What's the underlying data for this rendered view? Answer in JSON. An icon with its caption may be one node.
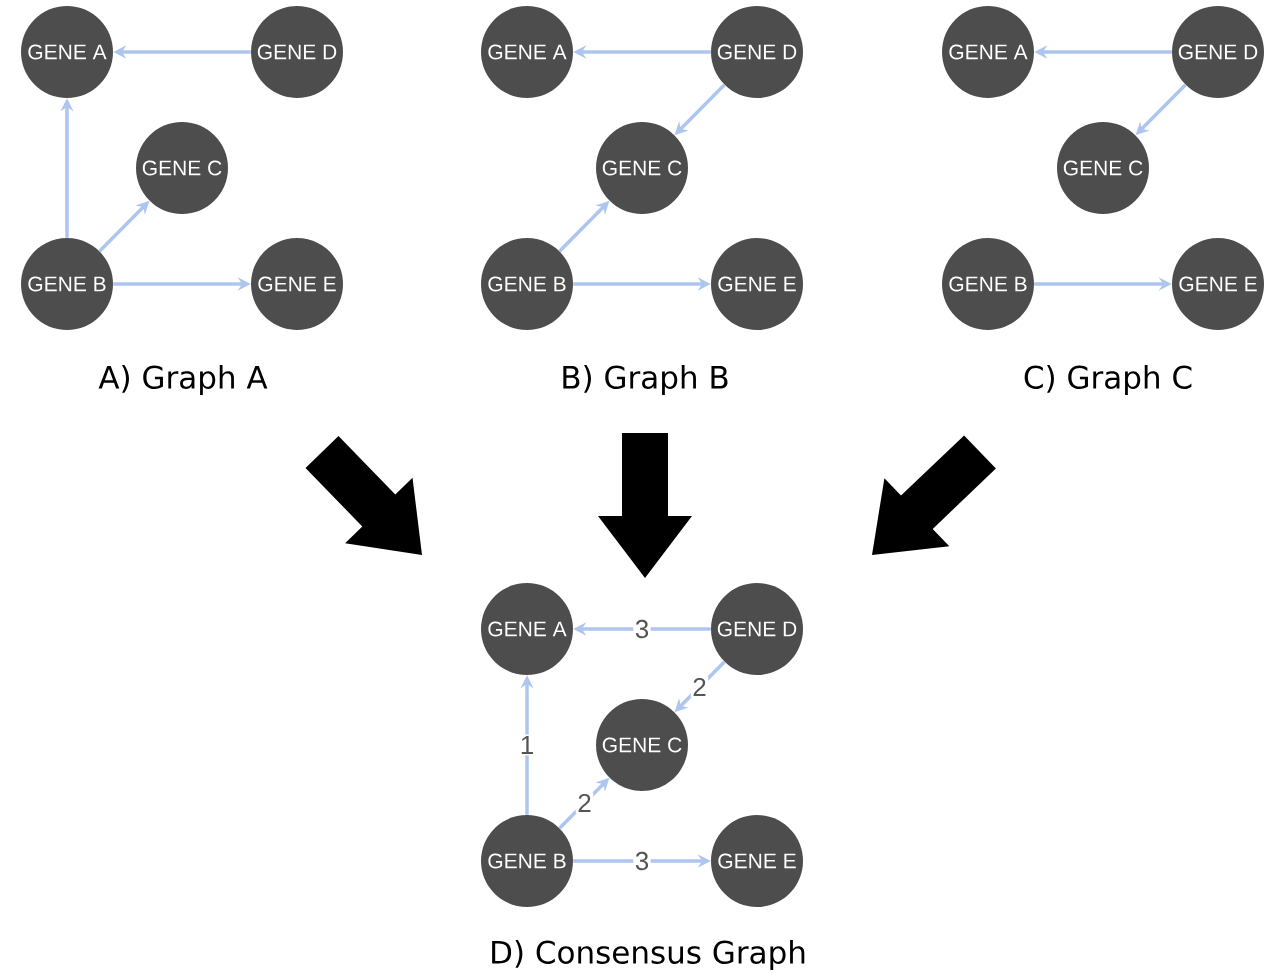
{
  "diagram": {
    "nodes": [
      {
        "text": [
          "GENE A"
        ]
      },
      {
        "text": [
          "GENE D"
        ]
      },
      {
        "text": [
          "GENE C"
        ]
      },
      {
        "text": [
          "GENE B"
        ]
      },
      {
        "text": [
          "GENE E"
        ]
      },
      {
        "text": [
          "GENE A"
        ]
      },
      {
        "text": [
          "GENE D"
        ]
      },
      {
        "text": [
          "GENE C"
        ]
      },
      {
        "text": [
          "GENE B"
        ]
      },
      {
        "text": [
          "GENE E"
        ]
      },
      {
        "text": [
          "GENE A"
        ]
      },
      {
        "text": [
          "GENE D"
        ]
      },
      {
        "text": [
          "GENE C"
        ]
      },
      {
        "text": [
          "GENE B"
        ]
      },
      {
        "text": [
          "GENE E"
        ]
      },
      {
        "text": [
          "GENE A"
        ]
      },
      {
        "text": [
          "GENE D"
        ]
      },
      {
        "text": [
          "GENE C"
        ]
      },
      {
        "text": [
          "GENE B"
        ]
      },
      {
        "text": [
          "GENE E"
        ]
      }
    ],
    "edges": [
      {
        "from": 1,
        "to": 0,
        "arrow": "to"
      },
      {
        "from": 3,
        "to": 0,
        "arrow": "to"
      },
      {
        "from": 3,
        "to": 2,
        "arrow": "to"
      },
      {
        "from": 3,
        "to": 4,
        "arrow": "to"
      },
      {
        "from": 6,
        "to": 5,
        "arrow": "to"
      },
      {
        "from": 6,
        "to": 7,
        "arrow": "to"
      },
      {
        "from": 8,
        "to": 7,
        "arrow": "to"
      },
      {
        "from": 8,
        "to": 9,
        "arrow": "to"
      },
      {
        "from": 11,
        "to": 10,
        "arrow": "to"
      },
      {
        "from": 11,
        "to": 12,
        "arrow": "to"
      },
      {
        "from": 13,
        "to": 14,
        "arrow": "to"
      },
      {
        "from": 16,
        "to": 15,
        "arrow": "to",
        "label": "3"
      },
      {
        "from": 16,
        "to": 17,
        "arrow": "to",
        "label": "2"
      },
      {
        "from": 18,
        "to": 15,
        "arrow": "to",
        "label": "1"
      },
      {
        "from": 18,
        "to": 17,
        "arrow": "to",
        "label": "2"
      },
      {
        "from": 18,
        "to": 19,
        "arrow": "to",
        "label": "3"
      }
    ],
    "labels": [
      "A) Graph A",
      "B) Graph B",
      "C) Graph C",
      "D) Consensus Graph"
    ]
  }
}
